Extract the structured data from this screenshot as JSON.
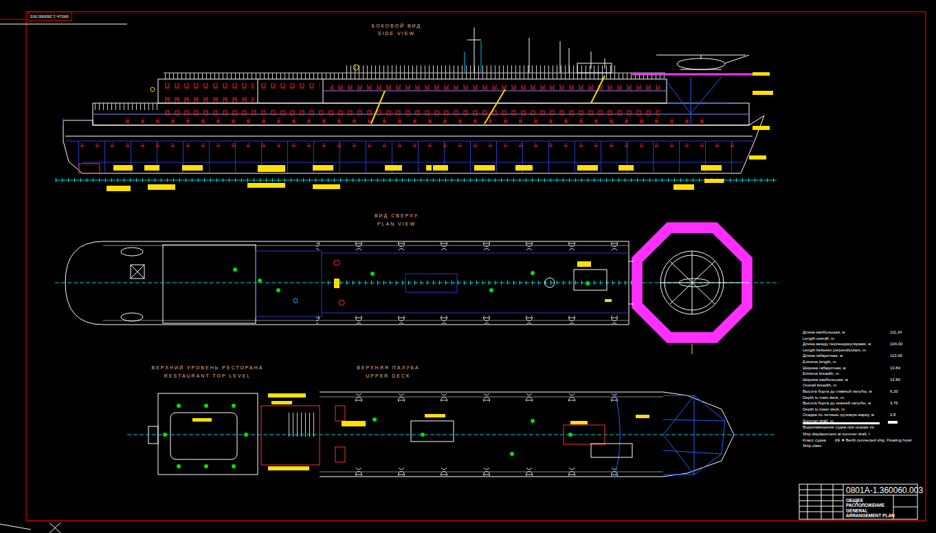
{
  "diagram": {
    "nodes": [
      {
        "text": [
          "0801A-1.360060.003",
          "ОБЩЕЕ РАСПОЛОЖЕНИЕ GENERAL ARRANGEMENT PLAN"
        ]
      },
      {
        "text": [
          "0801A-1.360060.003"
        ]
      }
    ],
    "labels": [
      "БОКОВОЙ ВИД",
      "SIDE VIEW",
      "ВИД СВЕРХУ",
      "PLAN VIEW",
      "ВЕРХНИЙ УРОВЕНЬ РЕСТОРАНА",
      "RESTAURANT TOP LEVEL",
      "ВЕРХНЯЯ ПАЛУБА",
      "UPPER DECK",
      "Длина наибольшая, м",
      "Length overall, m",
      "111.24",
      "Длина между перпендикулярами, м",
      "Length between perpendiculars, m",
      "104.00",
      "Длина габаритная, м",
      "Extreme length, m",
      "113.00",
      "Ширина габаритная, м",
      "Extreme breadth, m",
      "13.84",
      "Ширина наибольшая, м",
      "Overall breadth, m",
      "13.80",
      "Высота борта до главной палубы, м",
      "Depth to main deck, m",
      "6.20",
      "Высота борта до нижней палубы, м",
      "Depth to lower deck, m",
      "3.75",
      "Осадка по летнюю грузовую марку, м",
      "Summer draft, m",
      "2.8",
      "Водоизмещение судна при осадке по",
      "Ship displacement at summer draft, t",
      "Класс судна",
      "КЕ ★ Berth connected ship, Floating hotel",
      "Ship class"
    ]
  }
}
